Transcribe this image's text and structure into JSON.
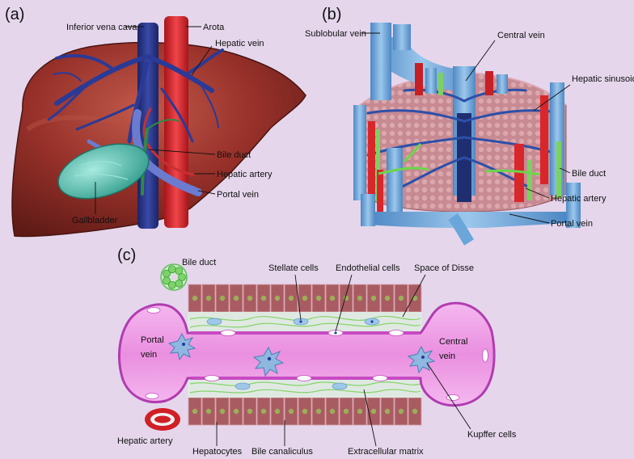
{
  "panels": {
    "a": {
      "panel_label": "(a)",
      "labels": {
        "inferior_vena_cava": "Inferior vena cava",
        "aorta": "Arota",
        "hepatic_vein": "Hepatic vein",
        "bile_duct": "Bile duct",
        "hepatic_artery": "Hepatic artery",
        "portal_vein": "Portal vein",
        "gallbladder": "Gallbladder"
      }
    },
    "b": {
      "panel_label": "(b)",
      "labels": {
        "sublobular_vein": "Sublobular vein",
        "central_vein": "Central vein",
        "hepatic_sinusoid": "Hepatic sinusoid",
        "bile_duct": "Bile duct",
        "hepatic_artery": "Hepatic artery",
        "portal_vein": "Portal vein"
      }
    },
    "c": {
      "panel_label": "(c)",
      "labels": {
        "bile_duct": "Bile duct",
        "stellate_cells": "Stellate cells",
        "endothelial_cells": "Endothelial cells",
        "space_of_disse": "Space of Disse",
        "portal_vein_1": "Portal",
        "portal_vein_2": "vein",
        "central_vein_1": "Central",
        "central_vein_2": "vein",
        "kupffer_cells": "Kupffer cells",
        "hepatic_artery": "Hepatic artery",
        "hepatocytes": "Hepatocytes",
        "bile_canaliculus": "Bile canaliculus",
        "extracellular_matrix": "Extracellular matrix"
      }
    }
  },
  "colors": {
    "background": "#e5d6ec",
    "liver": "#8e2a22",
    "vein_blue": "#27337e",
    "artery_red": "#d9262b",
    "bile_green": "#2f8a45",
    "gallbladder": "#58c0b0",
    "sinusoid_pink": "#ee9fe6",
    "vein_light_blue": "#6aa6d9",
    "hepatocyte": "#a05a5e",
    "ecm_green": "#86d46a"
  }
}
